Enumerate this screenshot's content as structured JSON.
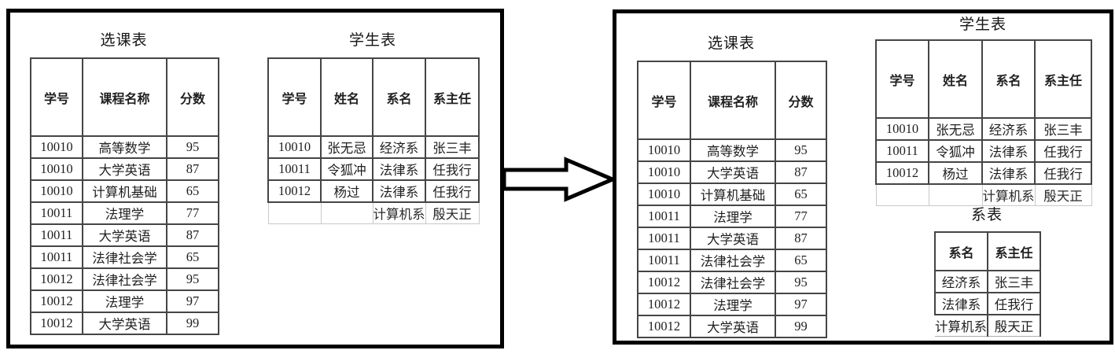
{
  "colors": {
    "panel_border": "#000000",
    "table_border_dark": "#454545",
    "table_border_faint": "#c9c9c9",
    "text": "#1f1f1f",
    "background": "#ffffff"
  },
  "arrow": {
    "icon": "block-arrow-right",
    "direction": "right"
  },
  "left_panel": {
    "course_table": {
      "title": "选课表",
      "headers": [
        "学号",
        "课程名称",
        "分数"
      ],
      "rows": [
        [
          "10010",
          "高等数学",
          "95"
        ],
        [
          "10010",
          "大学英语",
          "87"
        ],
        [
          "10010",
          "计算机基础",
          "65"
        ],
        [
          "10011",
          "法理学",
          "77"
        ],
        [
          "10011",
          "大学英语",
          "87"
        ],
        [
          "10011",
          "法律社会学",
          "65"
        ],
        [
          "10012",
          "法律社会学",
          "95"
        ],
        [
          "10012",
          "法理学",
          "97"
        ],
        [
          "10012",
          "大学英语",
          "99"
        ]
      ]
    },
    "student_table": {
      "title": "学生表",
      "headers": [
        "学号",
        "姓名",
        "系名",
        "系主任"
      ],
      "rows": [
        [
          "10010",
          "张无忌",
          "经济系",
          "张三丰"
        ],
        [
          "10011",
          "令狐冲",
          "法律系",
          "任我行"
        ],
        [
          "10012",
          "杨过",
          "法律系",
          "任我行"
        ]
      ],
      "extra_row": [
        "",
        "",
        "计算机系",
        "殷天正"
      ]
    }
  },
  "right_panel": {
    "course_table": {
      "title": "选课表",
      "headers": [
        "学号",
        "课程名称",
        "分数"
      ],
      "rows": [
        [
          "10010",
          "高等数学",
          "95"
        ],
        [
          "10010",
          "大学英语",
          "87"
        ],
        [
          "10010",
          "计算机基础",
          "65"
        ],
        [
          "10011",
          "法理学",
          "77"
        ],
        [
          "10011",
          "大学英语",
          "87"
        ],
        [
          "10011",
          "法律社会学",
          "65"
        ],
        [
          "10012",
          "法律社会学",
          "95"
        ],
        [
          "10012",
          "法理学",
          "97"
        ],
        [
          "10012",
          "大学英语",
          "99"
        ]
      ]
    },
    "student_table": {
      "title": "学生表",
      "headers": [
        "学号",
        "姓名",
        "系名",
        "系主任"
      ],
      "rows": [
        [
          "10010",
          "张无忌",
          "经济系",
          "张三丰"
        ],
        [
          "10011",
          "令狐冲",
          "法律系",
          "任我行"
        ],
        [
          "10012",
          "杨过",
          "法律系",
          "任我行"
        ]
      ],
      "extra_row": [
        "",
        "",
        "计算机系",
        "殷天正"
      ]
    },
    "dept_table": {
      "title": "系表",
      "headers": [
        "系名",
        "系主任"
      ],
      "rows": [
        [
          "经济系",
          "张三丰"
        ],
        [
          "法律系",
          "任我行"
        ]
      ],
      "extra_row": [
        "计算机系",
        "殷天正"
      ]
    }
  }
}
